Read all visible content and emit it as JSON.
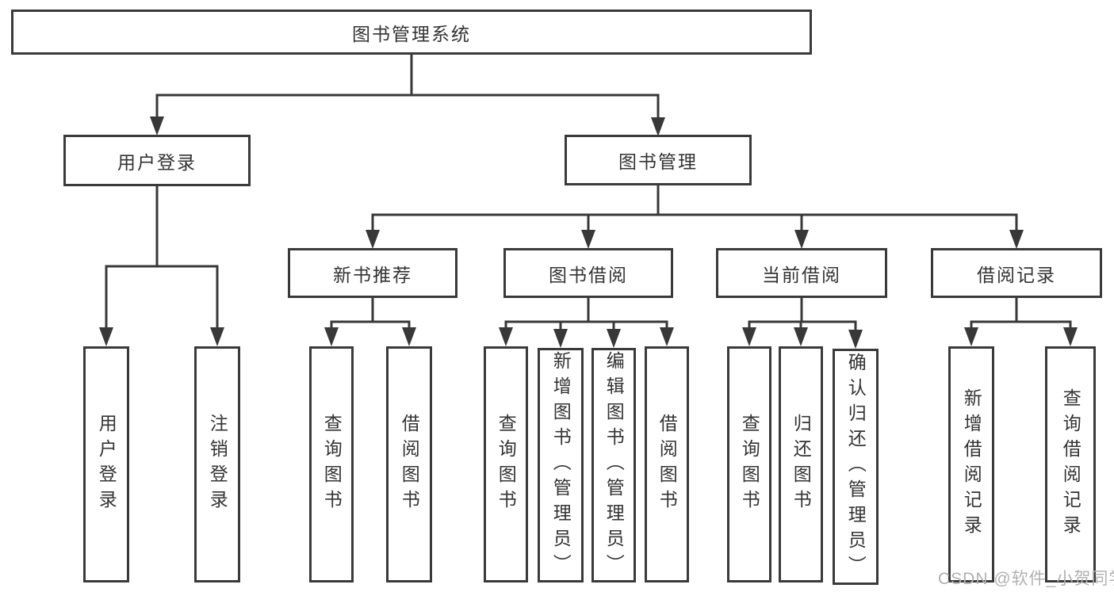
{
  "tree": {
    "label": "图书管理系统",
    "children": [
      {
        "label": "用户登录",
        "children": [
          {
            "label": "用户登录"
          },
          {
            "label": "注销登录"
          }
        ]
      },
      {
        "label": "图书管理",
        "children": [
          {
            "label": "新书推荐",
            "children": [
              {
                "label": "查询图书"
              },
              {
                "label": "借阅图书"
              }
            ]
          },
          {
            "label": "图书借阅",
            "children": [
              {
                "label": "查询图书"
              },
              {
                "label": "新增图书（管理员）"
              },
              {
                "label": "编辑图书（管理员）"
              },
              {
                "label": "借阅图书"
              }
            ]
          },
          {
            "label": "当前借阅",
            "children": [
              {
                "label": "查询图书"
              },
              {
                "label": "归还图书"
              },
              {
                "label": "确认归还（管理员）"
              }
            ]
          },
          {
            "label": "借阅记录",
            "children": [
              {
                "label": "新增借阅记录"
              },
              {
                "label": "查询借阅记录"
              }
            ]
          }
        ]
      }
    ]
  },
  "watermark": "CSDN @软件_小贺同学",
  "colors": {
    "line": "#383838",
    "box_border": "#3a3a3a",
    "text": "#333333",
    "background": "#ffffff",
    "watermark": "#b1b1b1"
  }
}
